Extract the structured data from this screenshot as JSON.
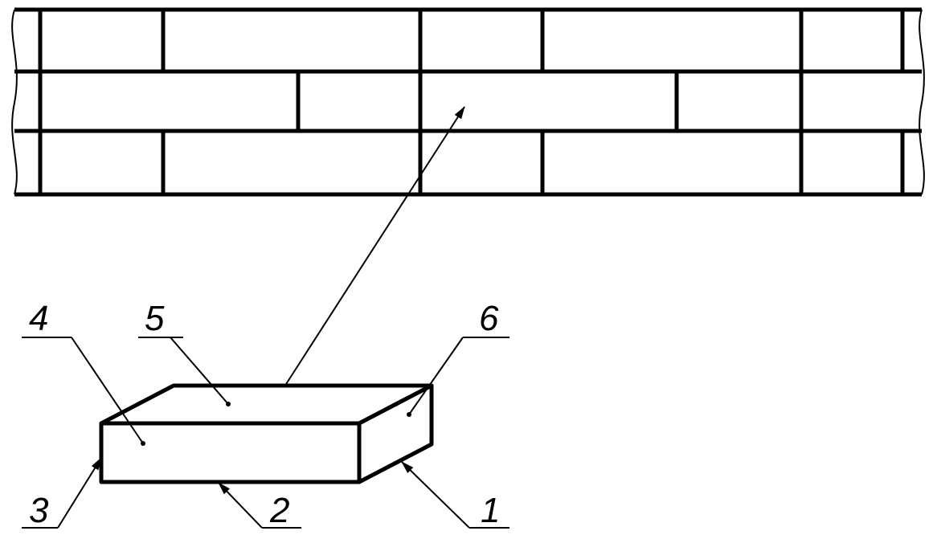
{
  "diagram": {
    "labels": {
      "l1": "1",
      "l2": "2",
      "l3": "3",
      "l4": "4",
      "l5": "5",
      "l6": "6"
    },
    "colors": {
      "stroke": "#000000",
      "background": "#ffffff"
    }
  }
}
